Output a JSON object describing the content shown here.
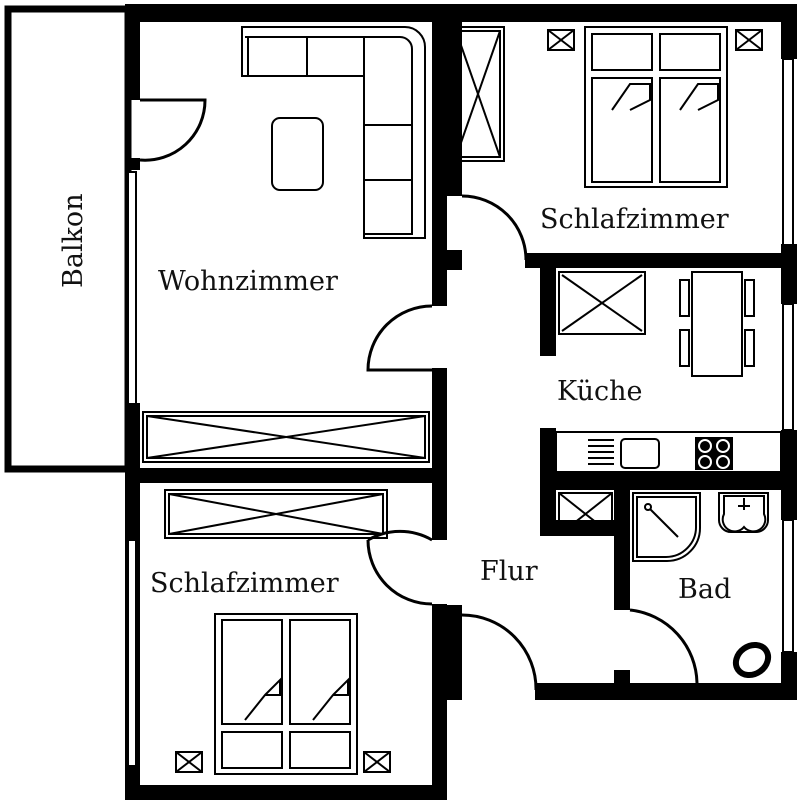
{
  "rooms": {
    "balcony": "Balkon",
    "living_room": "Wohnzimmer",
    "bedroom_top": "Schlafzimmer",
    "kitchen": "Küche",
    "bedroom_bottom": "Schlafzimmer",
    "hallway": "Flur",
    "bathroom": "Bad"
  },
  "colors": {
    "wall": "#000000",
    "background": "#ffffff"
  }
}
